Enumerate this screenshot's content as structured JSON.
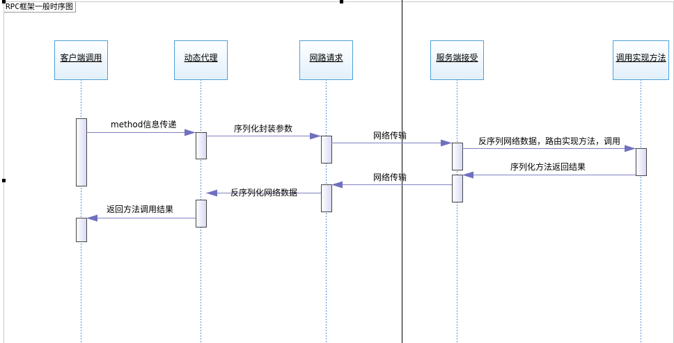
{
  "frame": {
    "title": "RPC框架一般时序图"
  },
  "participants": [
    {
      "id": "client",
      "label": "客户端调用"
    },
    {
      "id": "proxy",
      "label": "动态代理"
    },
    {
      "id": "network",
      "label": "网路请求"
    },
    {
      "id": "server",
      "label": "服务端接受"
    },
    {
      "id": "impl",
      "label": "调用实现方法"
    }
  ],
  "messages": [
    {
      "from": "client",
      "to": "proxy",
      "label": "method信息传递"
    },
    {
      "from": "proxy",
      "to": "network",
      "label": "序列化封装参数"
    },
    {
      "from": "network",
      "to": "server",
      "label": "网络传输"
    },
    {
      "from": "server",
      "to": "impl",
      "label": "反序列网络数据，路由实现方法，调用"
    },
    {
      "from": "impl",
      "to": "server",
      "label": "序列化方法返回结果"
    },
    {
      "from": "server",
      "to": "network",
      "label": "网络传输"
    },
    {
      "from": "network",
      "to": "proxy",
      "label": "反序列化网络数据"
    },
    {
      "from": "proxy",
      "to": "client",
      "label": "返回方法调用结果"
    }
  ],
  "colors": {
    "participant_border": "#4a9fd8",
    "participant_fill_top": "#ffffff",
    "participant_fill_bottom": "#e2f0fb",
    "lifeline": "#4a90d9",
    "activation_border": "#444444",
    "activation_fill_top": "#ffffff",
    "activation_fill_bottom": "#d8d8f4",
    "message_line": "#8080c0",
    "arrow_head": "#7070c0"
  }
}
